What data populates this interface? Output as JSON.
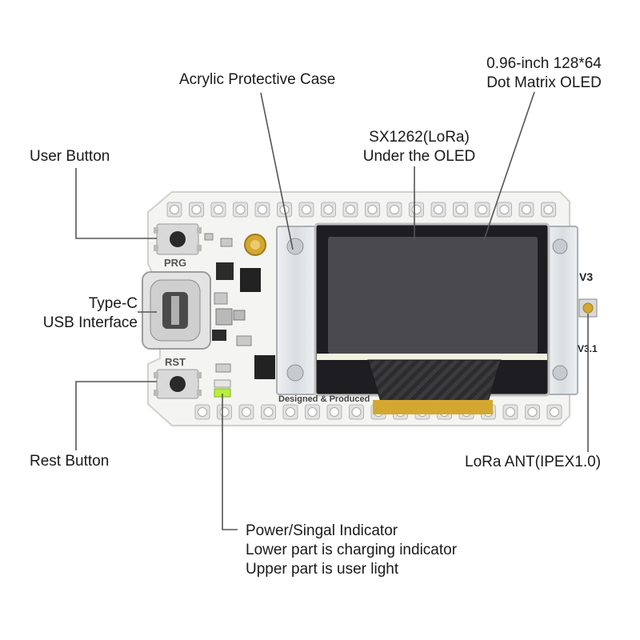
{
  "labels": {
    "acrylic_case": "Acrylic Protective Case",
    "oled": [
      "0.96-inch 128*64",
      "Dot Matrix OLED"
    ],
    "lora_chip": [
      "SX1262(LoRa)",
      "Under the OLED"
    ],
    "user_button": "User Button",
    "typec": [
      "Type-C",
      "USB Interface"
    ],
    "rest_button": "Rest Button",
    "lora_ant": "LoRa ANT(IPEX1.0)",
    "indicator": [
      "Power/Singal Indicator",
      "Lower part is charging indicator",
      "Upper part is user light"
    ]
  },
  "board_silkscreen": {
    "prg": "PRG",
    "rst": "RST",
    "designed": "Designed & Produced",
    "version_top": "V3",
    "version_bottom": "V3.1"
  },
  "colors": {
    "pcb": "#f4f4f2",
    "pcb_edge": "#d8d8d4",
    "pin_pad": "#c9c9c9",
    "oled_glass": "#4a4a4e",
    "oled_frame": "#1e1e22",
    "acrylic": "#e6e9ec",
    "gold": "#d4a830",
    "leader_line": "#555555",
    "led_green": "#b8f040"
  }
}
